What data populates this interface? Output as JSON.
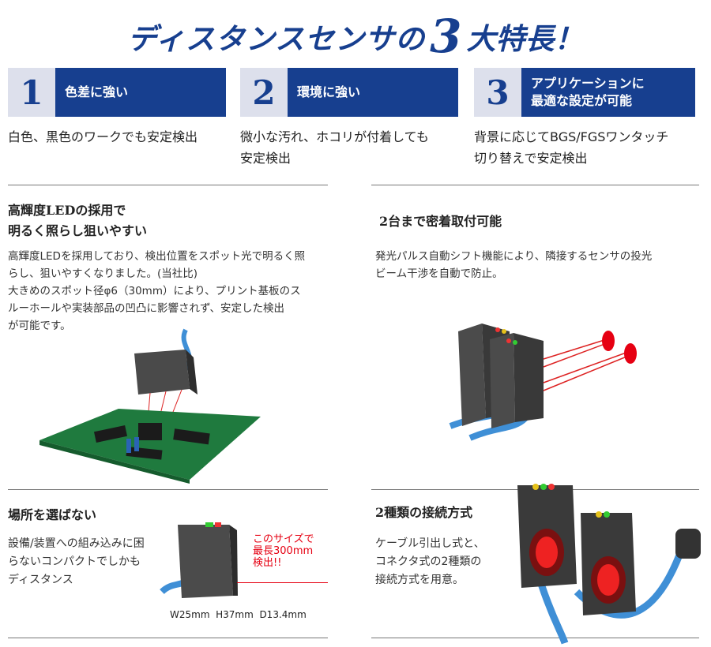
{
  "title": {
    "pre": "ディスタンスセンサの",
    "number": "3",
    "post": "大特長！"
  },
  "features": [
    {
      "number": "1",
      "label": "色差に強い",
      "desc": "白色、黒色のワークでも安定検出"
    },
    {
      "number": "2",
      "label": "環境に強い",
      "desc": "微小な汚れ、ホコリが付着しても\n安定検出"
    },
    {
      "number": "3",
      "label": "アプリケーションに\n最適な設定が可能",
      "desc": "背景に応じてBGS/FGSワンタッチ\n切り替えで安定検出"
    }
  ],
  "sections": {
    "led": {
      "heading": "高輝度LEDの採用で\n明るく照らし狙いやすい",
      "body": "高輝度LEDを採用しており、検出位置をスポット光で明るく照\nらし、狙いやすくなりました。(当社比)\n大きめのスポット径φ6（30mm）により、プリント基板のス\nルーホールや実装部品の凹凸に影響されず、安定した検出\nが可能です。"
    },
    "mount": {
      "heading": "2台まで密着取付可能",
      "body": "発光パルス自動シフト機能により、隣接するセンサの投光\nビーム干渉を自動で防止。"
    },
    "place": {
      "heading": "場所を選ばない",
      "body": "設備/装置への組み込みに困\nらないコンパクトでしかも\nディスタンス",
      "callout": "このサイズで\n最長300mm\n検出!!",
      "dims": "W25mm  H37mm  D13.4mm"
    },
    "connect": {
      "heading": "2種類の接続方式",
      "body": "ケーブル引出し式と、\nコネクタ式の2種類の\n接続方式を用意。"
    }
  },
  "colors": {
    "brand_blue": "#173f8f",
    "number_bg": "#dde0ec",
    "callout_red": "#e60012",
    "pcb_green": "#1f7a3e",
    "cable_blue": "#3f8fd6"
  }
}
